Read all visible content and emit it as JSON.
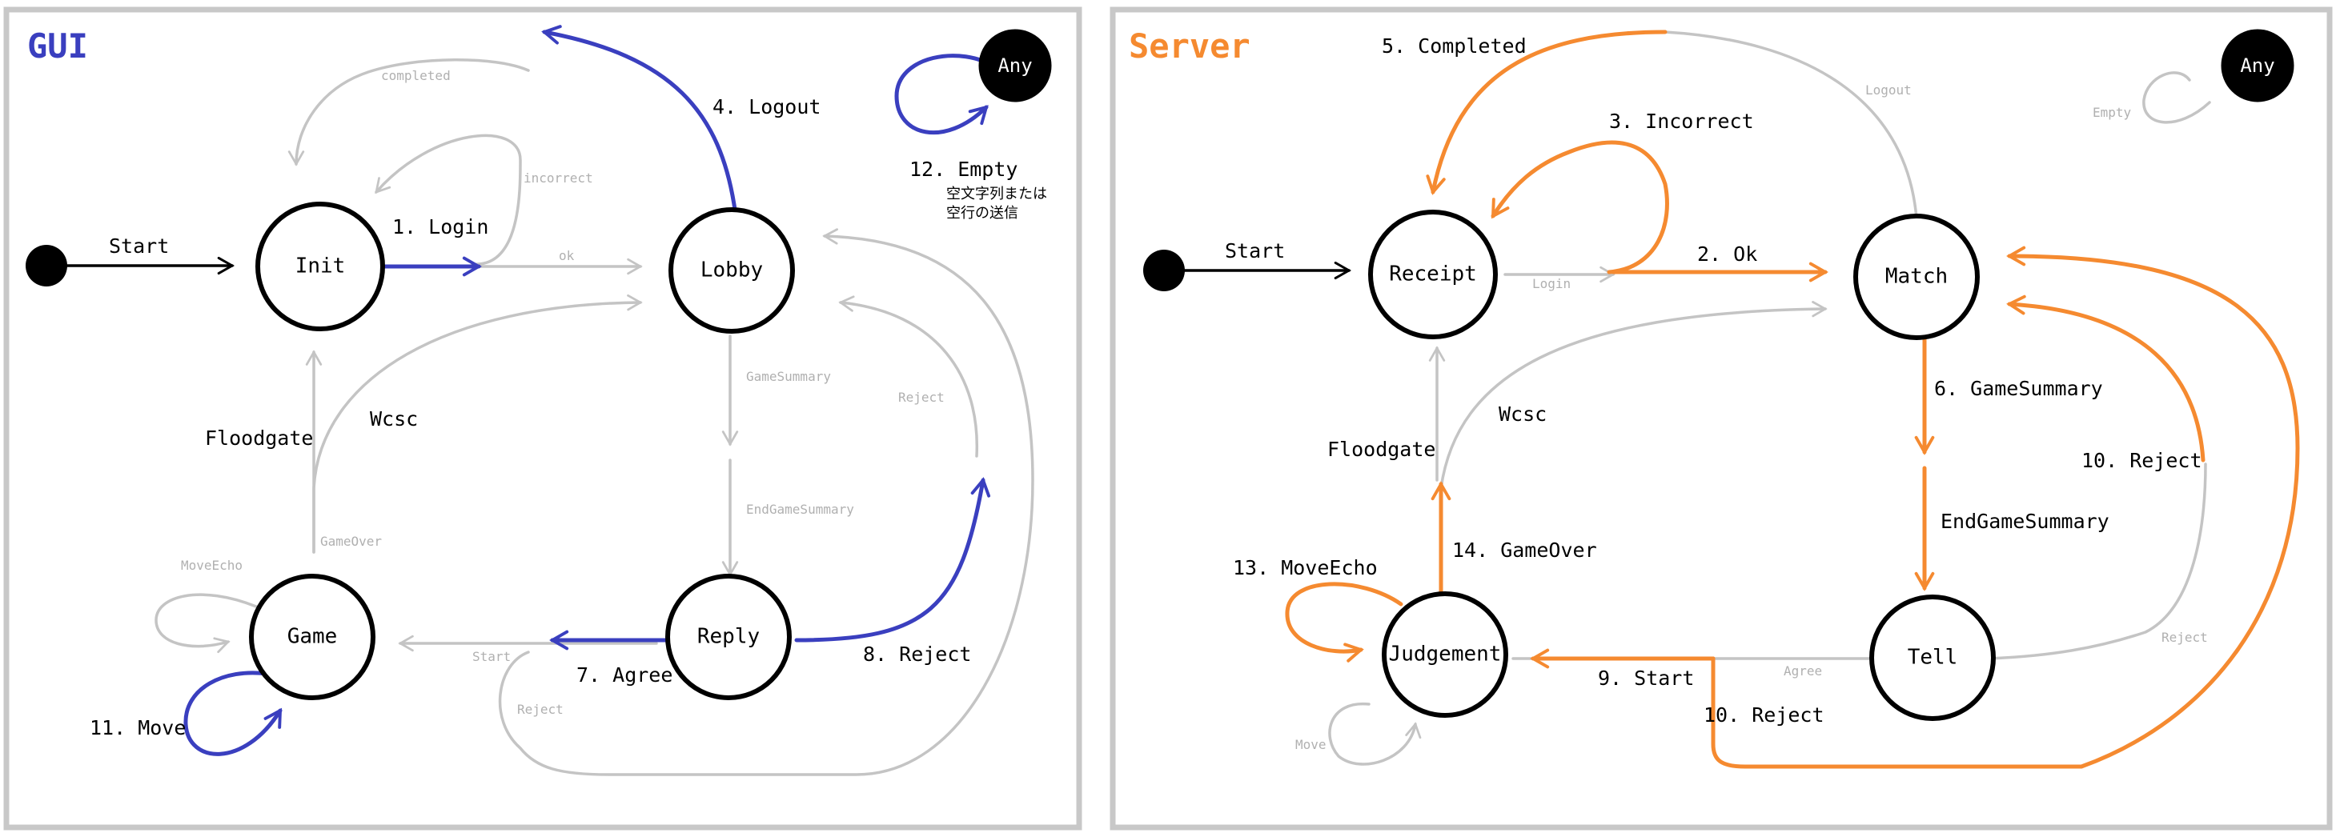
{
  "colors": {
    "gui_accent": "#3a3fbf",
    "server_accent": "#f58a30",
    "inactive": "#c4c4c4",
    "frame": "#c8c8c8"
  },
  "gui": {
    "title": "GUI",
    "states": {
      "init": "Init",
      "lobby": "Lobby",
      "reply": "Reply",
      "game": "Game",
      "any": "Any"
    },
    "labels": {
      "start": "Start",
      "login": "1. Login",
      "logout": "4. Logout",
      "agree": "7. Agree",
      "reject": "8. Reject",
      "move": "11. Move",
      "empty": "12. Empty",
      "empty_note_1": "空文字列または",
      "empty_note_2": "空行の送信",
      "floodgate": "Floodgate",
      "wcsc": "Wcsc",
      "completed": "completed",
      "incorrect": "incorrect",
      "ok": "ok",
      "game_summary": "GameSummary",
      "end_game_summary": "EndGameSummary",
      "reject_small": "Reject",
      "game_over": "GameOver",
      "move_echo": "MoveEcho",
      "start_small": "Start",
      "reject_bottom": "Reject"
    }
  },
  "server": {
    "title": "Server",
    "states": {
      "receipt": "Receipt",
      "match": "Match",
      "tell": "Tell",
      "judgement": "Judgement",
      "any": "Any"
    },
    "labels": {
      "start": "Start",
      "completed": "5. Completed",
      "logout": "Logout",
      "incorrect": "3. Incorrect",
      "ok": "2. Ok",
      "login": "Login",
      "empty": "Empty",
      "game_summary": "6. GameSummary",
      "end_game_summary": "EndGameSummary",
      "reject_right": "10. Reject",
      "reject_small": "Reject",
      "floodgate": "Floodgate",
      "wcsc": "Wcsc",
      "game_over": "14. GameOver",
      "move_echo": "13. MoveEcho",
      "start_judgement": "9. Start",
      "agree": "Agree",
      "reject_bottom": "10. Reject",
      "move": "Move"
    }
  }
}
